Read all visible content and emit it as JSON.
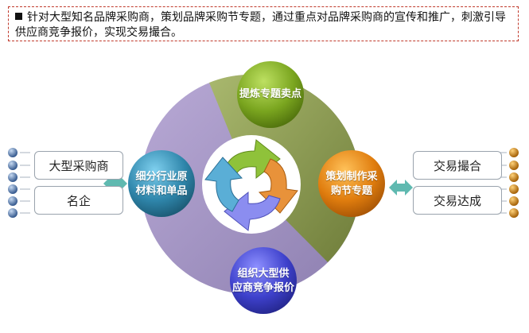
{
  "intro": {
    "text": "针对大型知名品牌采购商，策划品牌采购节专题，通过重点对品牌采购商的宣传和推广，刺激引导供应商竞争报价，实现交易撮合。"
  },
  "left_boxes": [
    "大型采购商",
    "名企"
  ],
  "right_boxes": [
    "交易撮合",
    "交易达成"
  ],
  "nodes": {
    "top": "提炼专题卖点",
    "right_line1": "策划制作采",
    "right_line2": "购节专题",
    "bottom_line1": "组织大型供",
    "bottom_line2": "应商竞争报价",
    "left_line1": "细分行业原",
    "left_line2": "材料和单品"
  },
  "colors": {
    "node_top": "#6f9a1a",
    "node_right": "#d9780c",
    "node_bottom": "#3c3fc4",
    "node_left": "#2f7fa2",
    "segment_olive": "#8f9f56",
    "segment_purple": "#a596c2",
    "left_dots": "#4a72a8",
    "right_dots": "#c9820a",
    "connector_arrow": "#5fb9b0"
  }
}
